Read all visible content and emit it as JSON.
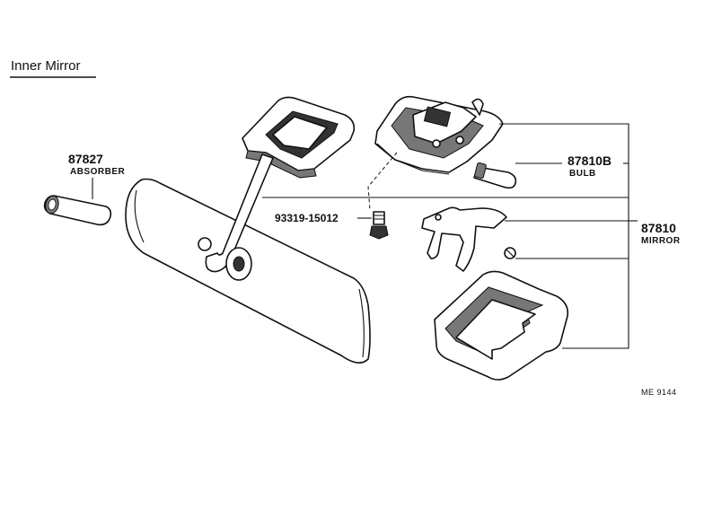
{
  "title": "Inner Mirror",
  "figure_code": "ME 9144",
  "parts": {
    "absorber": {
      "number": "87827",
      "name": "ABSORBER"
    },
    "bulb": {
      "number": "87810B",
      "name": "BULB"
    },
    "screw": {
      "number": "93319-15012",
      "name": ""
    },
    "mirror": {
      "number": "87810",
      "name": "MIRROR"
    }
  }
}
